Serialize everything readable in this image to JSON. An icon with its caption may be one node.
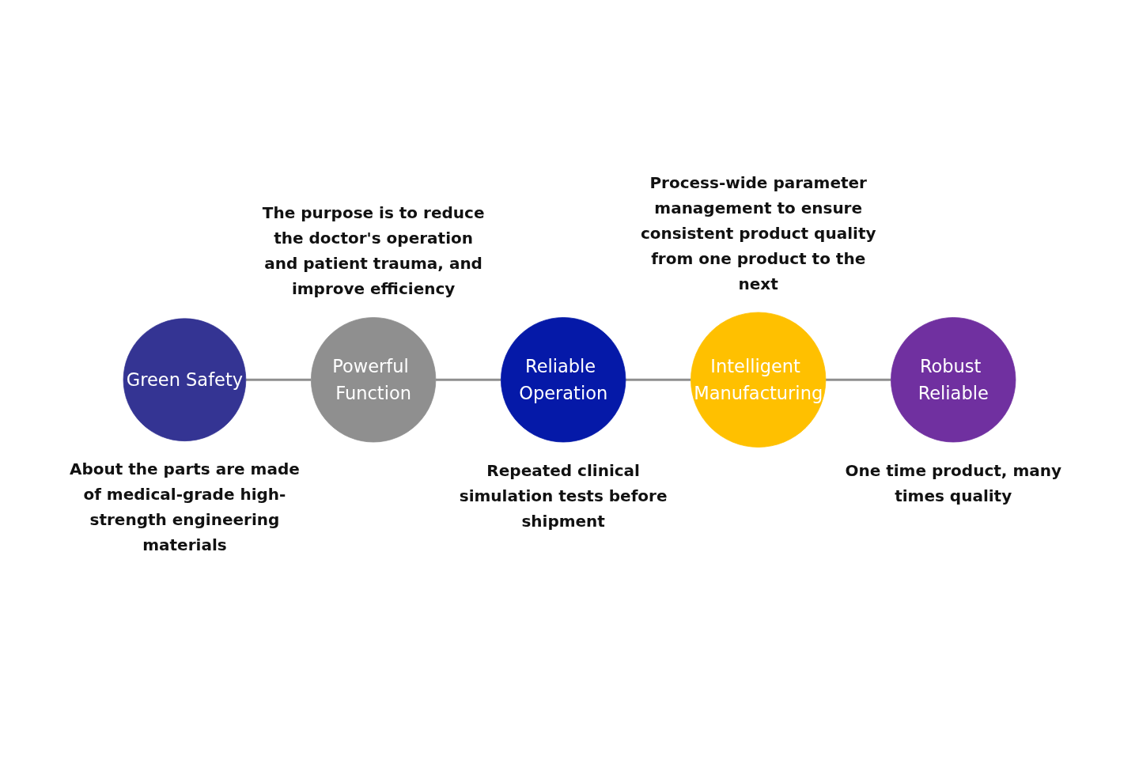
{
  "diagram": {
    "nodes": [
      {
        "text": [
          "Green Safety"
        ],
        "beside": [
          "About the parts are made of medical-grade high-strength engineering materials"
        ]
      },
      {
        "text": [
          "Powerful Function"
        ],
        "beside": [
          "The purpose is to reduce the doctor's operation and patient trauma, and improve efficiency"
        ]
      },
      {
        "text": [
          "Reliable Operation"
        ],
        "beside": [
          "Repeated clinical simulation tests before shipment"
        ]
      },
      {
        "text": [
          "Intelligent Manufacturing"
        ],
        "beside": [
          "Process-wide parameter management to ensure consistent product quality from one product to the next"
        ]
      },
      {
        "text": [
          "Robust Reliable"
        ],
        "beside": [
          "One time product, many times quality"
        ]
      }
    ],
    "edges": [
      {
        "from": 0,
        "to": 1,
        "arrow": "none"
      },
      {
        "from": 1,
        "to": 2,
        "arrow": "none"
      },
      {
        "from": 2,
        "to": 3,
        "arrow": "none"
      },
      {
        "from": 3,
        "to": 4,
        "arrow": "none"
      }
    ]
  }
}
